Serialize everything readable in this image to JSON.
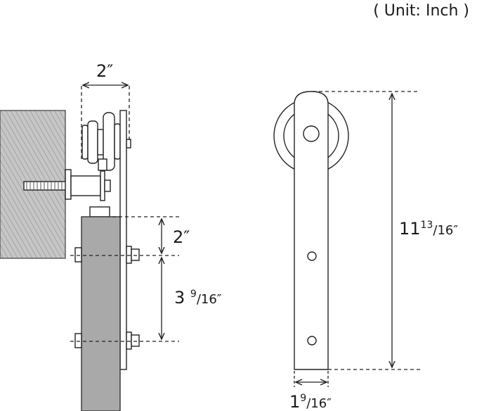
{
  "unit_label": "( Unit: Inch )",
  "dimensions": {
    "roller_width": "2″",
    "top_to_first_bolt": "2″",
    "bolt_spacing_whole": "3 ",
    "bolt_spacing_num": "9",
    "bolt_spacing_den": "/16″",
    "height_whole": "11",
    "height_num": "13",
    "height_den": "/16″",
    "strap_width_whole": "1",
    "strap_width_num": "9",
    "strap_width_den": "/16″"
  },
  "colors": {
    "wood": "#c4c4c4",
    "wood_hatch": "#8f8f8f",
    "line": "#222222",
    "door": "#a9a9a9",
    "metal": "#ffffff"
  }
}
